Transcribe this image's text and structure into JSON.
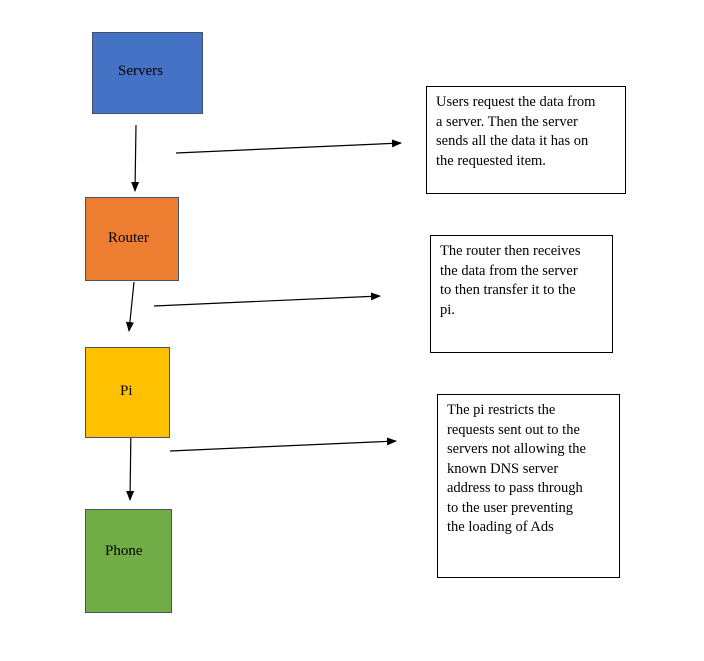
{
  "colors": {
    "servers": "#4472c4",
    "router": "#ed7d31",
    "pi": "#ffc000",
    "phone": "#70ad47"
  },
  "nodes": {
    "servers": "Servers",
    "router": "Router",
    "pi": "Pi",
    "phone": "Phone"
  },
  "notes": {
    "servers_note": [
      "Users request the data from",
      "a server. Then the server",
      "sends all the data it has on",
      "the requested item."
    ],
    "router_note": [
      "The router then receives",
      "the data from the server",
      "to then transfer it to the",
      "pi."
    ],
    "pi_note": [
      "The pi restricts the",
      "requests sent out to the",
      "servers not allowing the",
      "known DNS server",
      "address to pass through",
      "to the user preventing",
      "the loading of Ads"
    ]
  }
}
